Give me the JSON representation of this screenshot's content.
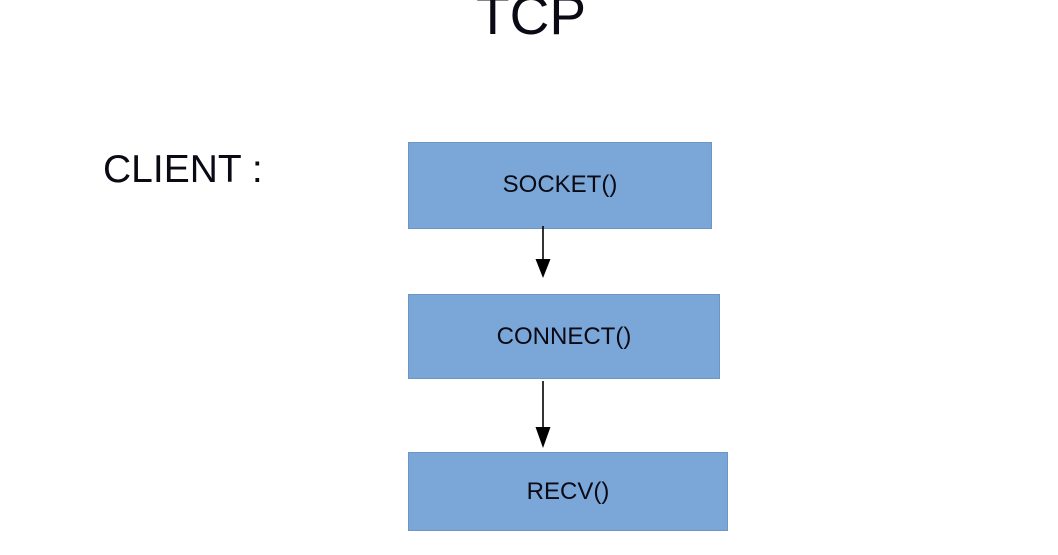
{
  "diagram": {
    "title": "TCP",
    "side_label": "CLIENT :",
    "background_color": "#ffffff",
    "node_fill_color": "#7aa6d8",
    "node_border_color": "#6c96c4",
    "text_color": "#0a0a14",
    "arrow_color": "#000000",
    "nodes": [
      {
        "id": "socket",
        "label": "SOCKET()"
      },
      {
        "id": "connect",
        "label": "CONNECT()"
      },
      {
        "id": "recv",
        "label": "RECV()"
      }
    ],
    "connectors": [
      {
        "id": "arrow-1",
        "from": "socket",
        "to": "connect",
        "direction": "down"
      },
      {
        "id": "arrow-2",
        "from": "connect",
        "to": "recv",
        "direction": "down"
      }
    ]
  },
  "chart_data": {
    "type": "diagram",
    "title": "TCP",
    "subtitle": "CLIENT :",
    "flow": [
      "SOCKET()",
      "CONNECT()",
      "RECV()"
    ],
    "edges": [
      [
        "SOCKET()",
        "CONNECT()"
      ],
      [
        "CONNECT()",
        "RECV()"
      ]
    ],
    "orientation": "vertical"
  }
}
